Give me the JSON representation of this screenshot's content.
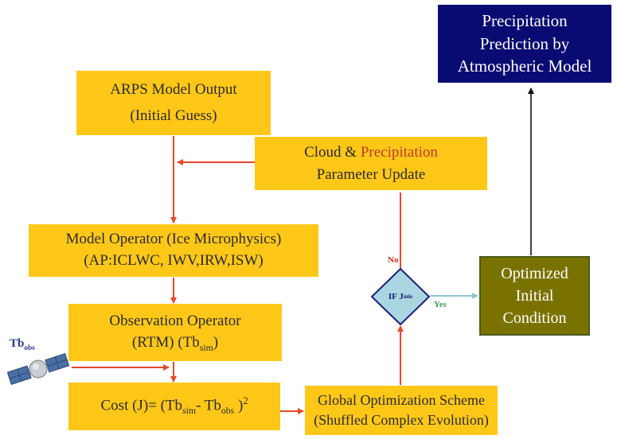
{
  "boxes": {
    "precip_prediction": [
      "Precipitation",
      "Prediction by",
      "Atmospheric Model"
    ],
    "arps": [
      "ARPS Model Output",
      "(Initial Guess)"
    ],
    "cloud_update": {
      "l1_pre": "Cloud & ",
      "l1_red": "Precipitation",
      "l2": "Parameter Update"
    },
    "model_operator": [
      "Model Operator (Ice Microphysics)",
      "(AP:ICLWC, IWV,IRW,ISW)"
    ],
    "observation_operator": {
      "l1": "Observation Operator",
      "l2_pre": "(RTM) (Tb",
      "l2_sub": "sim",
      "l2_post": ")"
    },
    "cost": {
      "pre": "Cost (J)= (Tb",
      "sub1": "sim",
      "mid": "- Tb",
      "sub2": "obs",
      "post": " )",
      "sup": "2"
    },
    "global_opt": [
      "Global Optimization Scheme",
      "(Shuffled Complex Evolution)"
    ],
    "optimized": [
      "Optimized",
      "Initial",
      "Condition"
    ]
  },
  "decision": {
    "pre": "IF J",
    "sub": "min"
  },
  "labels": {
    "no": "No",
    "yes": "Yes"
  },
  "satellite": {
    "pre": "Tb",
    "sub": "obs"
  },
  "colors": {
    "box_yellow": "#ffc819",
    "box_navy": "#0a0a73",
    "box_olive": "#7a7200",
    "arrow_red": "#e8472a",
    "arrow_teal": "#8fc8d2"
  }
}
